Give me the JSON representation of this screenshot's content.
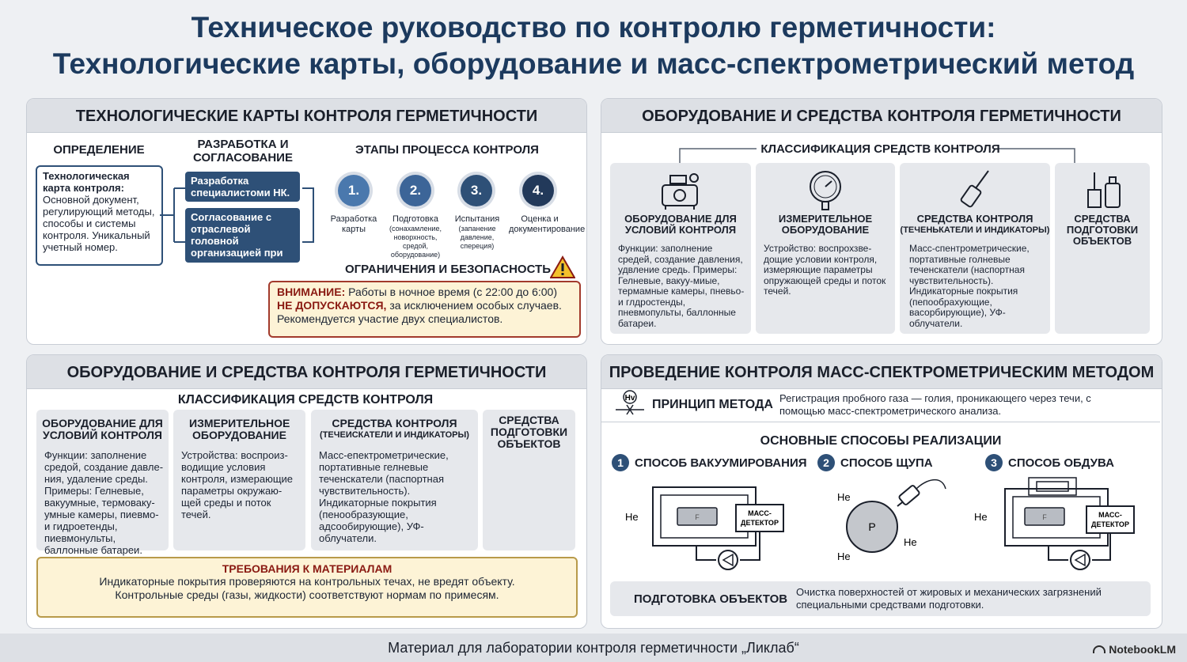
{
  "title": {
    "line1": "Техническое руководство по контролю герметичности:",
    "line2": "Технологические карты, оборудование и масс-спектрометрический метод"
  },
  "tech_maps": {
    "header": "ТЕХНОЛОГИЧЕСКИЕ КАРТЫ КОНТРОЛЯ ГЕРМЕТИЧНОСТИ",
    "definition_title": "ОПРЕДЕЛЕНИЕ",
    "definition_bold": "Технологическая карта контроля:",
    "definition_text": "Основной документ, регулирующий методы, способы и системы контроля. Уникальный учетный номер.",
    "dev_title": "РАЗРАБОТКА И СОГЛАСОВАНИЕ",
    "dev_box1": "Разработка специалистоми НК.",
    "dev_box2": "Согласование с отраслевой головной организацией при отилонениях.",
    "stages_title": "ЭТАПЫ ПРОЦЕССА КОНТРОЛЯ",
    "stages": [
      {
        "num": "1.",
        "label": "Разработка карты",
        "detail": ""
      },
      {
        "num": "2.",
        "label": "Подготовка",
        "detail": "(сонахамление, новорхность, средой, оборудование)"
      },
      {
        "num": "3.",
        "label": "Испытания",
        "detail": "(запанение давление, спереция)"
      },
      {
        "num": "4.",
        "label": "Оценка и документирование",
        "detail": ""
      }
    ],
    "safety_title": "ОГРАНИЧЕНИЯ И БЕЗОПАСНОСТЬ",
    "warn_label": "ВНИМАНИЕ:",
    "warn_text1": " Работы в ночное время (с 22:00 до 6:00)",
    "warn_label2": "НЕ ДОПУСКАЮТСЯ,",
    "warn_text2": " за исключением особых случаев.",
    "warn_text3": "Рекомендуется участие двух специалистов."
  },
  "equipment_top": {
    "header": "ОБОРУДОВАНИЕ И СРЕДСТВА КОНТРОЛЯ ГЕРМЕТИЧНОСТИ",
    "class_title": "КЛАССИФИКАЦИЯ СРЕДСТВ КОНТРОЛЯ",
    "cards": [
      {
        "title": "ОБОРУДОВАНИЕ ДЛЯ УСЛОВИЙ КОНТРОЛЯ",
        "sub": "",
        "icon": "compressor-icon",
        "text": "Функции: заполнение средей, создание давления, удвление средь. Примеры: Гелневые, вакуу-миые, термамные камеры, пневьо- и глдростенды, пневмопульты, баллонные батареи."
      },
      {
        "title": "ИЗМЕРИТЕЛЬНОЕ ОБОРУДОВАНИЕ",
        "sub": "",
        "icon": "gauge-icon",
        "text": "Устройство: воспрохзве-дощие условии контроля, измеряющие параметры опружающей среды и поток течей."
      },
      {
        "title": "СРЕДСТВА КОНТРОЛЯ",
        "sub": "(ТЕЧЕНЬКАТЕЛИ И ИНДИКАТОРЫ)",
        "icon": "probe-icon",
        "text": "Масс-спентрометрические, портативные голневые теченскатели (наспортная чувствительность). Индикаторные покрытия (пепообрахующие, васорбирующие), УФ-облучатели."
      },
      {
        "title": "СРЕДСТВА ПОДГОТОВКИ ОБЪЕКТОВ",
        "sub": "",
        "icon": "cleaning-icon",
        "text": ""
      }
    ]
  },
  "equipment_bottom": {
    "header": "ОБОРУДОВАНИЕ И СРЕДСТВА КОНТРОЛЯ ГЕРМЕТИЧНОСТИ",
    "class_title": "КЛАССИФИКАЦИЯ СРЕДСТВ КОНТРОЛЯ",
    "cards": [
      {
        "title": "ОБОРУДОВАНИЕ ДЛЯ УСЛОВИЙ КОНТРОЛЯ",
        "sub": "",
        "text": "Функции: заполнение средой, создание давле-ния, удаление среды. Примеры: Гелневые, вакуумные, термоваку-умные камеры, пиевмо- и гидроетенды, пиевмонульты, баллонные батареи."
      },
      {
        "title": "ИЗМЕРИТЕЛЬНОЕ ОБОРУДОВАНИЕ",
        "sub": "",
        "text": "Устройства: воспроиз-водищие условия контроля, измерающие параметры окружаю-щей среды и поток течей."
      },
      {
        "title": "СРЕДСТВА КОНТРОЛЯ",
        "sub": "(ТЕЧЕИСКАТЕЛИ И ИНДИКАТОРЫ)",
        "text": "Масс-епектрометрические, портативные гелневые теченскатели (паспортная чувствительность). Индикаторные покрытия (пенообразующие, адсообирующие), УФ-облучатели."
      },
      {
        "title": "СРЕДСТВА ПОДГОТОВКИ ОБЪЕКТОВ",
        "sub": "",
        "text": ""
      }
    ],
    "req_title": "ТРЕБОВАНИЯ К МАТЕРИАЛАМ",
    "req_line1": "Индикаторные покрытия проверяются на контрольных течах, не вредят объекту.",
    "req_line2": "Контрольные среды (газы,  жидкости) соответствуют нормам по примесям."
  },
  "mass_spec": {
    "header": "ПРОВЕДЕНИЕ КОНТРОЛЯ МАСС-СПЕКТРОМЕТРИЧЕСКИМ МЕТОДОМ",
    "principle_icon_label": "Hv",
    "principle_title": "ПРИНЦИП МЕТОДА",
    "principle_text": "Регистрация пробного газа — голия, проникающего через течи, с помощью масс-спектрометрического анализа.",
    "methods_title": "ОСНОВНЫЕ СПОСОБЫ РЕАЛИЗАЦИИ",
    "methods": [
      {
        "num": "1",
        "label": "СПОСОБ ВАКУУМИРОВАНИЯ"
      },
      {
        "num": "2",
        "label": "СПОСОБ ЩУПА"
      },
      {
        "num": "3",
        "label": "СПОСОБ ОБДУВА"
      }
    ],
    "diagram": {
      "he": "He",
      "detector": "МАСС-ДЕТЕКТОР",
      "p": "P",
      "f": "F"
    },
    "prep_title": "ПОДГОТОВКА ОБЪЕКТОВ",
    "prep_text": "Очистка поверхностей от жировых и механических загрязнений специальными средствами подготовки."
  },
  "footer": {
    "text": "Материал для лаборатории контроля герметичности „Ликлаб“",
    "brand": "NotebookLM"
  }
}
